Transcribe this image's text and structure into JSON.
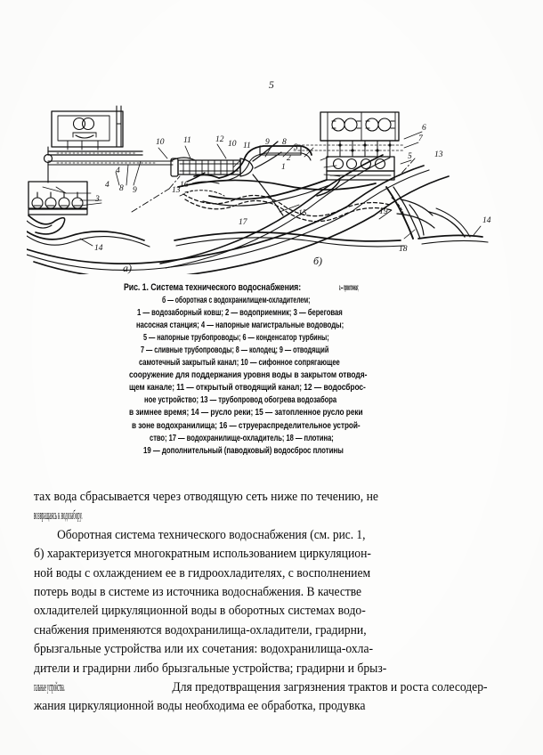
{
  "page": {
    "folio": "5",
    "language": "ru"
  },
  "figure": {
    "part_a_label": "а)",
    "part_b_label": "б)",
    "part_a_numbers": [
      "4",
      "8",
      "9",
      "3",
      "10",
      "11",
      "12",
      "13",
      "14"
    ],
    "part_b_numbers": [
      "9",
      "8",
      "3",
      "2",
      "1",
      "11",
      "10",
      "16",
      "6",
      "7",
      "5",
      "13",
      "19",
      "15",
      "17",
      "14",
      "18"
    ]
  },
  "caption": {
    "title": "Рис. 1. Система технического водоснабжения:",
    "lines": [
      "а — прямоточная;",
      "б — оборотная с водохранилищем-охладителем;",
      "1 — водозаборный ковш; 2 — водоприемник; 3 — береговая",
      "насосная станция; 4 — напорные магистральные водоводы;",
      "5 — напорные трубопроводы; 6 — конденсатор турбины;",
      "7 — сливные трубопроводы; 8 — колодец; 9 — отводящий",
      "самотечный закрытый канал; 10 — сифонное сопрягающее",
      "сооружение для поддержания уровня воды в закрытом отводя-",
      "щем канале; 11 — открытый отводящий канал; 12 — водосброс-",
      "ное устройство; 13 — трубопровод обогрева водозабора",
      "в зимнее время; 14 — русло реки; 15 — затопленное русло реки",
      "в зоне водохранилища; 16 — струераспределительное устрой-",
      "ство; 17 — водохранилище-охладитель; 18 — плотина;",
      "19 — дополнительный (паводковый) водосброс плотины"
    ]
  },
  "body": {
    "lines": [
      "тах вода сбрасывается через отводящую сеть ниже по течению, не",
      "возвращаясь к водозабору.",
      "Оборотная система технического водоснабжения (см. рис. 1,",
      "б) характеризуется многократным использованием циркуляцион-",
      "ной воды с охлаждением ее в гидроохладителях, с восполнением",
      "потерь воды в системе из источника водоснабжения. В качестве",
      "охладителей циркуляционной воды в оборотных системах водо-",
      "снабжения применяются водохранилища-охладители, градирни,",
      "брызгальные устройства или их сочетания: водохранилища-охла-",
      "дители и градирни либо брызгальные устройства; градирни и брыз-",
      "гальные устройства.",
      "Для предотвращения загрязнения трактов и роста солесодер-",
      "жания циркуляционной воды необходима ее обработка, продувка"
    ]
  }
}
